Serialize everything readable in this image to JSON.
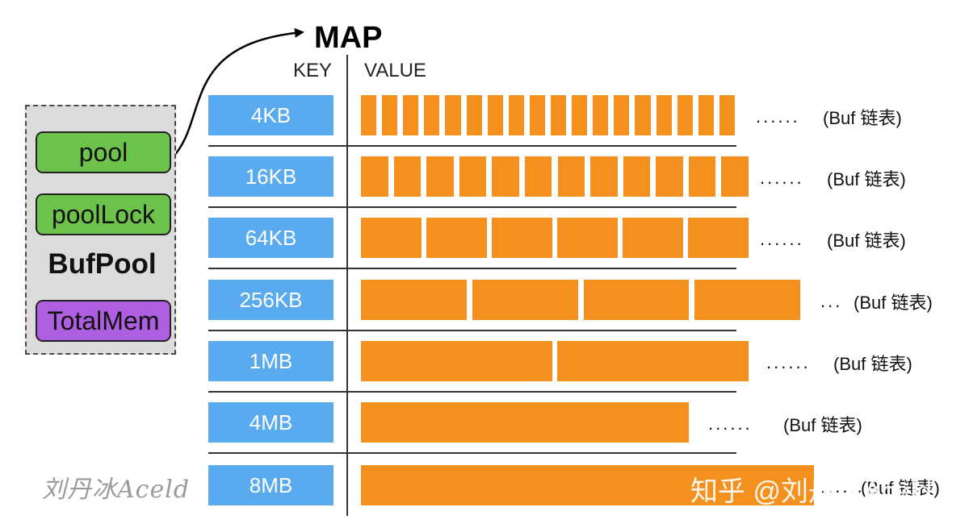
{
  "pool": {
    "fields": [
      "pool",
      "poolLock",
      "TotalMem"
    ],
    "title": "BufPool"
  },
  "map": {
    "title": "MAP",
    "key_label": "KEY",
    "value_label": "VALUE",
    "rows": [
      {
        "key": "4KB",
        "blocks": 18,
        "dots": "......",
        "note": "(Buf 链表)"
      },
      {
        "key": "16KB",
        "blocks": 12,
        "dots": "......",
        "note": "(Buf 链表)"
      },
      {
        "key": "64KB",
        "blocks": 6,
        "dots": "......",
        "note": "(Buf 链表)"
      },
      {
        "key": "256KB",
        "blocks": 4,
        "dots": "...",
        "note": "(Buf 链表)"
      },
      {
        "key": "1MB",
        "blocks": 2,
        "dots": "......",
        "note": "(Buf 链表)"
      },
      {
        "key": "4MB",
        "blocks": 1,
        "dots": "......",
        "note": "(Buf 链表)"
      },
      {
        "key": "8MB",
        "blocks": 1,
        "dots": "......",
        "note": "(Buf 链表)"
      }
    ]
  },
  "watermark": {
    "left": "刘丹冰Aceld",
    "right": "知乎 @刘丹冰Aceld"
  },
  "colors": {
    "key_blue": "#5aaaf0",
    "buf_orange": "#f4901e",
    "field_green": "#6cc24a",
    "field_purple": "#ae5ee0"
  }
}
